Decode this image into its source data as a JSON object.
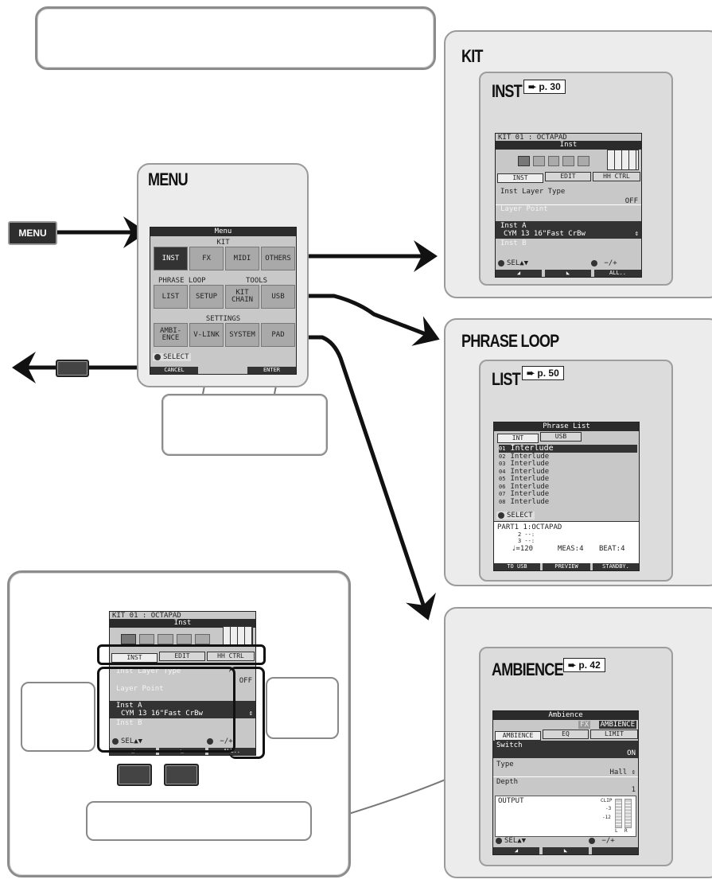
{
  "menu_button": {
    "label": "MENU"
  },
  "menu_panel": {
    "title": "MENU",
    "screen_title": "Menu",
    "kit_header": "KIT",
    "kit_buttons": [
      "INST",
      "FX",
      "MIDI",
      "OTHERS"
    ],
    "phrase_loop_header": "PHRASE LOOP",
    "tools_header": "TOOLS",
    "row2_buttons": [
      "LIST",
      "SETUP",
      "KIT CHAIN",
      "USB"
    ],
    "settings_header": "SETTINGS",
    "settings_buttons": [
      "AMBI-ENCE",
      "V-LINK",
      "SYSTEM",
      "PAD"
    ],
    "select_label": "SELECT",
    "cancel_label": "CANCEL",
    "enter_label": "ENTER"
  },
  "kit_panel": {
    "title": "KIT",
    "sub_title": "INST",
    "page_ref": "p. 30"
  },
  "inst_screen": {
    "kit_line": "KIT 01 : OCTAPAD",
    "bar_title": "Inst",
    "tabs": [
      "INST",
      "EDIT",
      "HH CTRL"
    ],
    "row1_label": "Inst Layer Type",
    "row1_value": "OFF",
    "row2_label": "Layer Point",
    "row3_label": "Inst A",
    "row3_value": "CYM 13 16\"Fast CrBw",
    "row4_label": "Inst B",
    "sel_label": "SEL",
    "plusminus_label": "−/+",
    "fkeys": [
      "◢",
      "◣",
      "ALL.."
    ]
  },
  "phrase_panel": {
    "title": "PHRASE LOOP",
    "sub_title": "LIST",
    "page_ref": "p. 50",
    "screen_title": "Phrase List",
    "tabs": [
      "INT",
      "USB"
    ],
    "items": [
      {
        "num": "01",
        "name": "Interlude"
      },
      {
        "num": "02",
        "name": "Interlude"
      },
      {
        "num": "03",
        "name": "Interlude"
      },
      {
        "num": "04",
        "name": "Interlude"
      },
      {
        "num": "05",
        "name": "Interlude"
      },
      {
        "num": "06",
        "name": "Interlude"
      },
      {
        "num": "07",
        "name": "Interlude"
      },
      {
        "num": "08",
        "name": "Interlude"
      }
    ],
    "select_label": "SELECT",
    "part1": "PART1  1:OCTAPAD",
    "part2": "2 --:",
    "part3": "3 --:",
    "tempo": "♩=120",
    "meas": "MEAS:4",
    "beat": "BEAT:4",
    "fkeys": [
      "TO USB",
      "PREVIEW",
      "STANDBY."
    ]
  },
  "ambience_panel": {
    "sub_title": "AMBIENCE",
    "page_ref": "p. 42",
    "screen_title": "Ambience",
    "tag_fx": "FX",
    "tag_ambience": "AMBIENCE",
    "tabs": [
      "AMBIENCE",
      "EQ",
      "LIMIT"
    ],
    "row1_label": "Switch",
    "row1_value": "ON",
    "row2_label": "Type",
    "row2_value": "Hall ⇕",
    "row3_label": "Depth",
    "row3_value": "1",
    "output_label": "OUTPUT",
    "meter_labels": [
      "CLIP",
      "-3",
      "-12",
      "L",
      "R"
    ],
    "sel_label": "SEL",
    "plusminus_label": "−/+"
  },
  "colors": {
    "panel_bg": "#ececec",
    "lcd_bg": "#c8c8c8",
    "lcd_dark": "#2b2b2b",
    "wire": "#1a1a1a"
  }
}
